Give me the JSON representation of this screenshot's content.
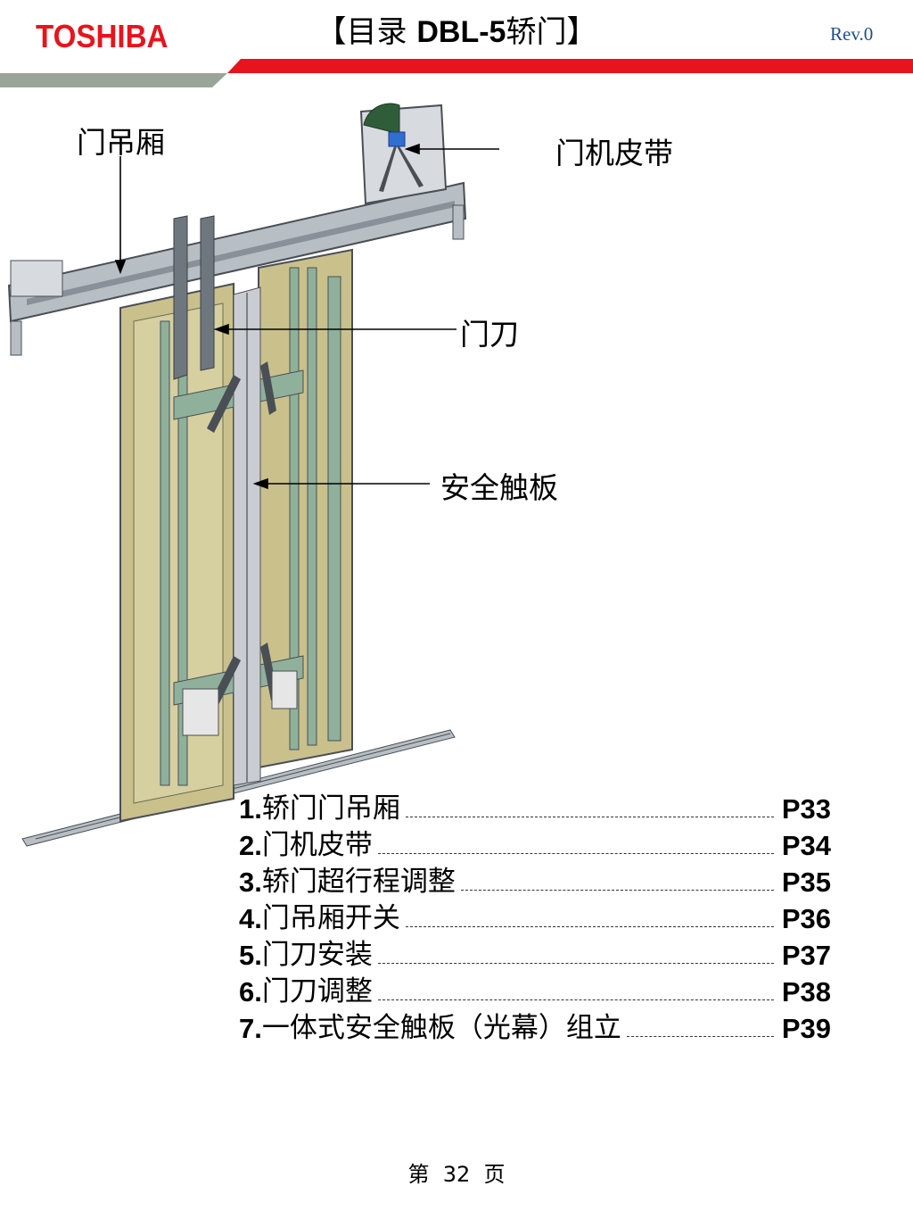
{
  "header": {
    "logo": "TOSHIBA",
    "title_prefix": "【目录 ",
    "title_model": "DBL-5",
    "title_suffix": "轿门】",
    "revision": "Rev.0",
    "colors": {
      "brand": "#e8141c",
      "band_red": "#e8141c",
      "band_gray": "#9aa59a",
      "rev": "#1f4e8c"
    }
  },
  "figure": {
    "callouts": {
      "door_hanger": "门吊厢",
      "motor_belt": "门机皮带",
      "door_vane": "门刀",
      "safety_edge": "安全触板"
    },
    "colors": {
      "panel": "#c9c08c",
      "frame": "#8fb09a",
      "metal": "#b8bfc4",
      "dark": "#4a4f55"
    }
  },
  "toc": [
    {
      "num": "1.",
      "label": "轿门门吊厢",
      "page": "P33"
    },
    {
      "num": "2.",
      "label": "门机皮带",
      "page": "P34"
    },
    {
      "num": "3.",
      "label": "轿门超行程调整",
      "page": "P35"
    },
    {
      "num": "4.",
      "label": "门吊厢开关",
      "page": "P36"
    },
    {
      "num": "5.",
      "label": "门刀安装",
      "page": "P37"
    },
    {
      "num": "6.",
      "label": "门刀调整",
      "page": "P38"
    },
    {
      "num": "7.",
      "label": "一体式安全触板（光幕）组立",
      "page": "P39"
    }
  ],
  "footer": {
    "page_text": "第  32  页"
  }
}
